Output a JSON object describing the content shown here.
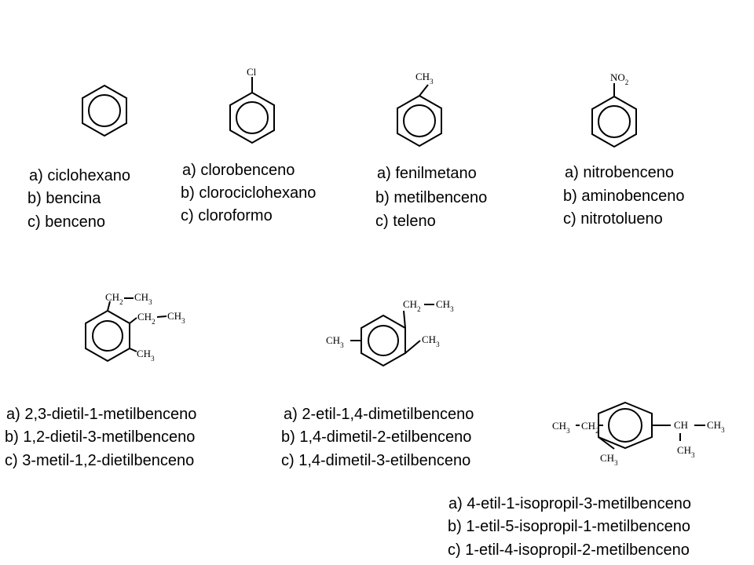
{
  "questions": [
    {
      "structure": "benzene",
      "options": [
        "a) ciclohexano",
        "b) bencina",
        "c) benceno"
      ]
    },
    {
      "structure": "chlorobenzene",
      "substituent": "Cl",
      "options": [
        "a) clorobenceno",
        "b) clorociclohexano",
        "c) cloroformo"
      ]
    },
    {
      "structure": "toluene",
      "substituent": {
        "main": "CH",
        "sub": "3"
      },
      "options": [
        "a) fenilmetano",
        "b) metilbenceno",
        "c) teleno"
      ]
    },
    {
      "structure": "nitrobenzene",
      "substituent": {
        "main": "NO",
        "sub": "2"
      },
      "options": [
        "a) nitrobenceno",
        "b) aminobenceno",
        "c) nitrotolueno"
      ]
    },
    {
      "structure": "1,2-diethyl-3-methylbenzene",
      "options": [
        "a) 2,3-dietil-1-metilbenceno",
        "b) 1,2-dietil-3-metilbenceno",
        "c) 3-metil-1,2-dietilbenceno"
      ]
    },
    {
      "structure": "2-ethyl-1,4-dimethylbenzene",
      "options": [
        "a) 2-etil-1,4-dimetilbenceno",
        "b) 1,4-dimetil-2-etilbenceno",
        "c) 1,4-dimetil-3-etilbenceno"
      ]
    },
    {
      "structure": "1-ethyl-4-isopropyl-2-methylbenzene",
      "options": [
        "a) 4-etil-1-isopropil-3-metilbenceno",
        "b) 1-etil-5-isopropil-1-metilbenceno",
        "c) 1-etil-4-isopropil-2-metilbenceno"
      ]
    }
  ],
  "groups": {
    "ch": "CH",
    "ch2": {
      "main": "CH",
      "sub": "2"
    },
    "ch3": {
      "main": "CH",
      "sub": "3"
    }
  }
}
